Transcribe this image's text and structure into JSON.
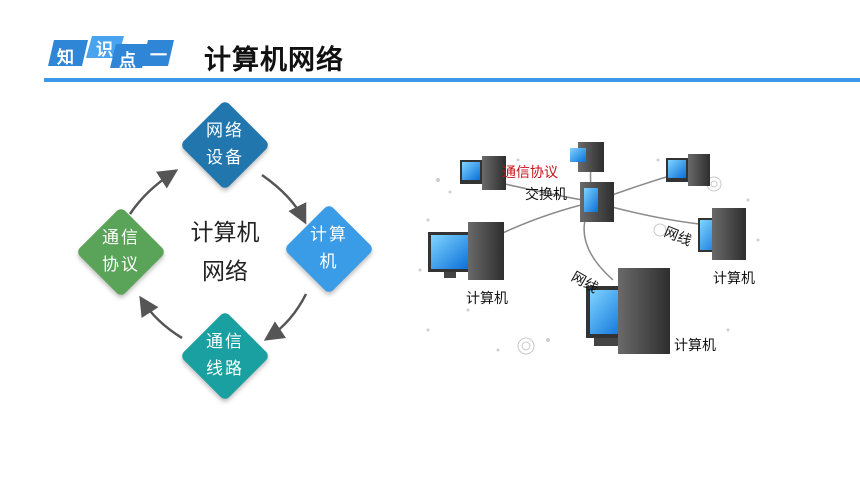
{
  "header": {
    "badge_chars": [
      "知",
      "识",
      "点",
      "一"
    ],
    "title": "计算机网络"
  },
  "cycle": {
    "center_line1": "计算机",
    "center_line2": "网络",
    "nodes": {
      "top": {
        "line1": "网络",
        "line2": "设备",
        "color": "#2176ae"
      },
      "right": {
        "line1": "计算",
        "line2": "机",
        "color": "#3a9be6"
      },
      "bottom": {
        "line1": "通信",
        "line2": "线路",
        "color": "#1aa0a0"
      },
      "left": {
        "line1": "通信",
        "line2": "协议",
        "color": "#5aa45a"
      }
    }
  },
  "network": {
    "protocol_label": "通信协议",
    "switch_label": "交换机",
    "cable_label_1": "网线",
    "cable_label_2": "网线",
    "computer_label_left": "计算机",
    "computer_label_right": "计算机",
    "computer_label_bottom": "计算机"
  },
  "colors": {
    "accent_rule": "#3a98e6",
    "badge": "#2f86d6",
    "arrow": "#555555",
    "protocol_text": "#c4111a"
  }
}
